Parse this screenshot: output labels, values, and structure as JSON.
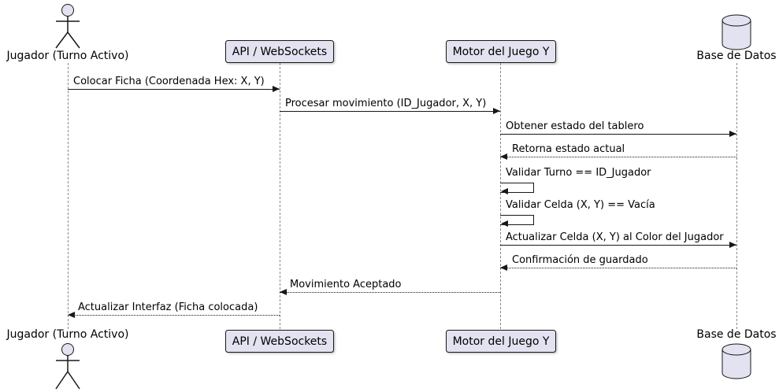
{
  "diagram": {
    "type": "sequence",
    "colors": {
      "background": "#FFFFFF",
      "shape_fill": "#E2E2F0",
      "shape_border": "#181818",
      "line": "#181818",
      "lifeline": "#8A8A8A",
      "text": "#000000"
    },
    "participants": [
      {
        "id": "jugador",
        "type": "actor",
        "label": "Jugador (Turno Activo)"
      },
      {
        "id": "api",
        "type": "participant",
        "label": "API / WebSockets"
      },
      {
        "id": "motor",
        "type": "participant",
        "label": "Motor del Juego Y"
      },
      {
        "id": "bd",
        "type": "database",
        "label": "Base de Datos"
      }
    ],
    "messages": [
      {
        "from": "jugador",
        "to": "api",
        "style": "solid",
        "label": "Colocar Ficha (Coordenada Hex: X, Y)"
      },
      {
        "from": "api",
        "to": "motor",
        "style": "solid",
        "label": "Procesar movimiento (ID_Jugador, X, Y)"
      },
      {
        "from": "motor",
        "to": "bd",
        "style": "solid",
        "label": "Obtener estado del tablero"
      },
      {
        "from": "bd",
        "to": "motor",
        "style": "dashed",
        "label": "Retorna estado actual"
      },
      {
        "from": "motor",
        "to": "motor",
        "style": "self",
        "label": "Validar Turno == ID_Jugador"
      },
      {
        "from": "motor",
        "to": "motor",
        "style": "self",
        "label": "Validar Celda (X, Y) == Vacía"
      },
      {
        "from": "motor",
        "to": "bd",
        "style": "solid",
        "label": "Actualizar Celda (X, Y) al Color del Jugador"
      },
      {
        "from": "bd",
        "to": "motor",
        "style": "dashed",
        "label": "Confirmación de guardado"
      },
      {
        "from": "motor",
        "to": "api",
        "style": "dashed",
        "label": "Movimiento Aceptado"
      },
      {
        "from": "api",
        "to": "jugador",
        "style": "dashed",
        "label": "Actualizar Interfaz (Ficha colocada)"
      }
    ]
  }
}
